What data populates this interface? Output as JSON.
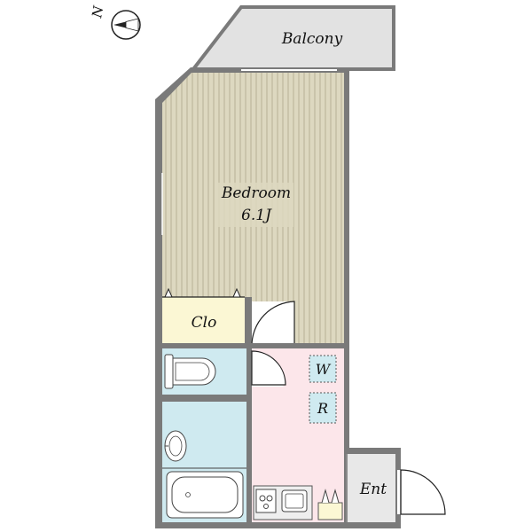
{
  "compass": {
    "letter": "N",
    "icon": "north-arrow-icon"
  },
  "rooms": {
    "balcony": {
      "label": "Balcony"
    },
    "bedroom": {
      "label": "Bedroom",
      "size": "6.1J"
    },
    "closet": {
      "label": "Clo"
    },
    "washer": {
      "label": "W"
    },
    "fridge": {
      "label": "R"
    },
    "entrance": {
      "label": "Ent"
    }
  },
  "colors": {
    "wall": "#7a7a7a",
    "bedroom_floor": "#ddd8c0",
    "bedroom_stripe": "#bdb69d",
    "balcony": "#e2e2e2",
    "closet": "#fbf7d4",
    "wet_area": "#cfeaf0",
    "hallway": "#fce6ea",
    "entrance": "#e8e8e8"
  }
}
